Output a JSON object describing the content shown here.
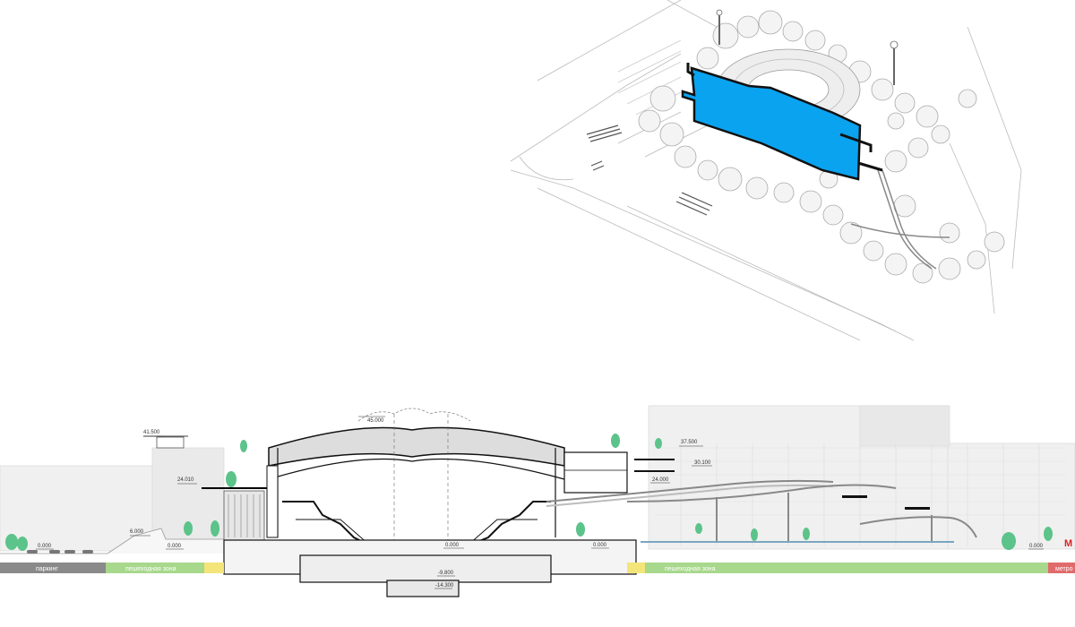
{
  "elevations": {
    "e41500": "41.500",
    "e45000": "45.000",
    "e37500": "37.500",
    "e30100": "30.100",
    "e24010": "24.010",
    "e24000": "24.000",
    "e6000": "6.000",
    "e0000_left": "0.000",
    "e0000_plaza": "0.000",
    "e0000_arena": "0.000",
    "e0000_right": "0.000",
    "e0000_far": "0.000",
    "em9800": "-9.800",
    "em14300": "-14.300"
  },
  "zones": {
    "parking": "паркинг",
    "ped_left": "пешеходная зона",
    "ped_right": "пешеходная зона",
    "metro": "метро",
    "metro_mark": "М"
  },
  "colors": {
    "highlight": "#0aa3f0",
    "parking": "#8a8a8a",
    "pedestrian": "#a7d88c",
    "yellow": "#f3e57a",
    "metro": "#e06b6b",
    "tree": "#5cc38a"
  }
}
